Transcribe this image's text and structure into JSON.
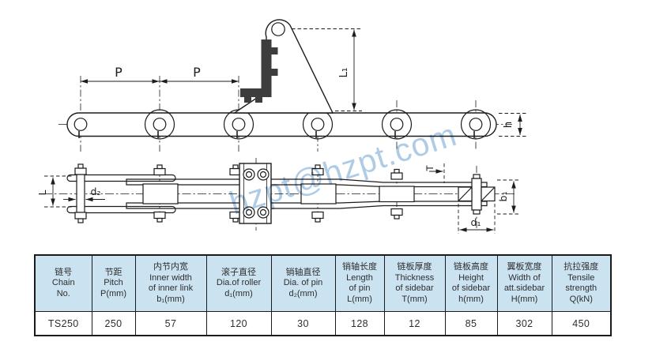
{
  "watermark": {
    "text": "hzpt@hzpt.com",
    "color": "#a6c6e2"
  },
  "drawing": {
    "labels": {
      "pitch_left": "P",
      "pitch_right": "P",
      "attachment_height": "L₁",
      "sidebar_height": "h",
      "pin_length": "L",
      "pin_diameter": "d₂",
      "sidebar_thickness": "T",
      "inner_width": "b₁",
      "roller_diameter": "d₁"
    }
  },
  "table": {
    "header_bg": "#cbe2f0",
    "columns": [
      {
        "header_lines": [
          "链号",
          "Chain",
          "No."
        ],
        "value": "TS250"
      },
      {
        "header_lines": [
          "节距",
          "Pitch",
          "P(mm)"
        ],
        "value": "250"
      },
      {
        "header_lines": [
          "内节内宽",
          "Inner width",
          "of inner link",
          "b₁(mm)"
        ],
        "value": "57"
      },
      {
        "header_lines": [
          "滚子直径",
          "Dia.of roller",
          "d₁(mm)"
        ],
        "value": "120"
      },
      {
        "header_lines": [
          "销轴直径",
          "Dia. of pin",
          "d₂(mm)"
        ],
        "value": "30"
      },
      {
        "header_lines": [
          "销轴长度",
          "Length",
          "of pin",
          "L(mm)"
        ],
        "value": "128"
      },
      {
        "header_lines": [
          "链板厚度",
          "Thickness",
          "of sidebar",
          "T(mm)"
        ],
        "value": "12"
      },
      {
        "header_lines": [
          "链板高度",
          "Height",
          "of sidebar",
          "h(mm)"
        ],
        "value": "85"
      },
      {
        "header_lines": [
          "翼板宽度",
          "Width of",
          "att.sidebar",
          "H(mm)"
        ],
        "value": "302"
      },
      {
        "header_lines": [
          "抗拉强度",
          "Tensile",
          "strength",
          "Q(kN)"
        ],
        "value": "450"
      }
    ]
  }
}
